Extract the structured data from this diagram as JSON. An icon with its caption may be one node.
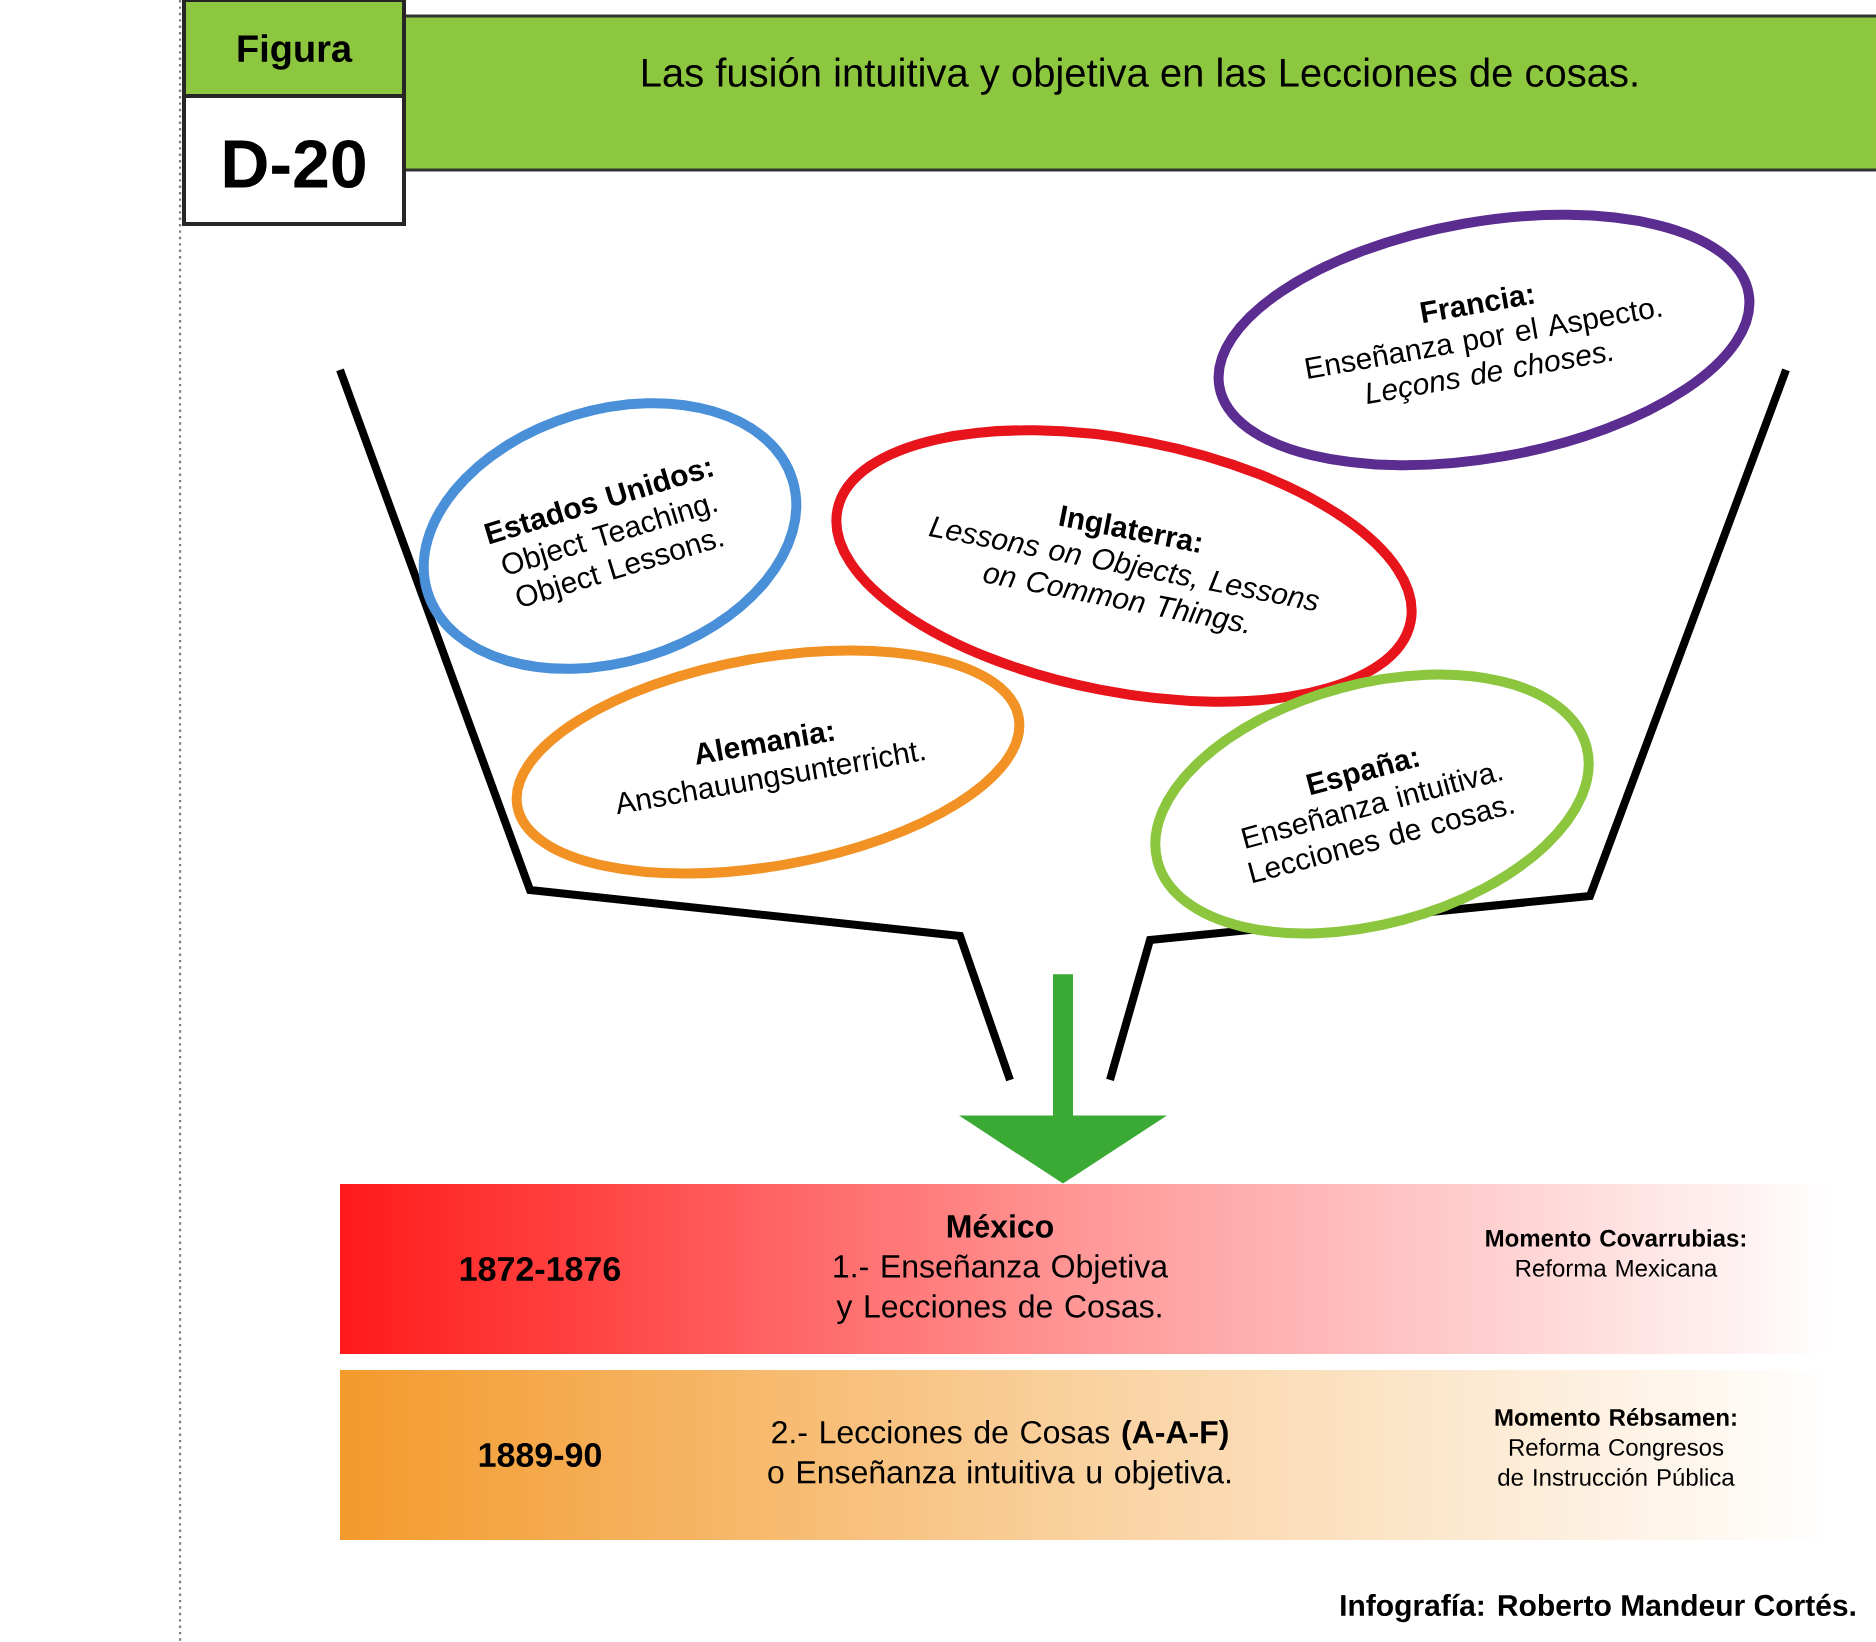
{
  "diagram": {
    "title": "Las fusión intuitiva y objetiva en las Lecciones de cosas.",
    "nodes": [
      {
        "text": [
          "Francia:",
          "Enseñanza por el Aspecto. *Leçons de choses.*"
        ]
      },
      {
        "text": [
          "Estados Unidos:",
          "Object Teaching. Object Lessons."
        ],
        "in": 5
      },
      {
        "text": [
          "Inglaterra:",
          "Lessons on Objects, Lessons on Common Things."
        ],
        "in": 5
      },
      {
        "text": [
          "Alemania:",
          "Anschauungsunterricht."
        ],
        "in": 5
      },
      {
        "text": [
          "España:",
          "Enseñanza intuitiva. Lecciones de cosas."
        ],
        "in": 5
      },
      {
        "text": [],
        "shape": "funnel"
      },
      {
        "text": [
          "1872-1876",
          "México",
          "1.- Enseñanza Objetiva y Lecciones de Cosas.",
          "Momento Covarrubias:",
          "Reforma Mexicana"
        ]
      },
      {
        "text": [
          "1889-90",
          "2.- Lecciones de Cosas **(A-A-F)** o Enseñanza intuitiva u objetiva.",
          "Momento Rébsamen:",
          "Reforma Congresos de Instrucción Pública"
        ]
      }
    ],
    "edges": [
      {
        "from": 5,
        "to": 6,
        "arrow": "to"
      }
    ],
    "labels": [
      "Figura",
      "D-20",
      "Infografía: Roberto Mandeur Cortés."
    ]
  }
}
